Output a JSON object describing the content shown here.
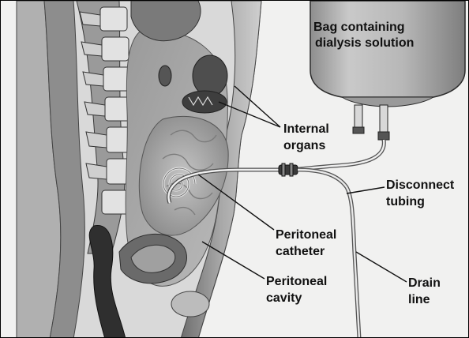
{
  "labels": {
    "bag": [
      "Bag containing",
      "dialysis solution"
    ],
    "organs": [
      "Internal",
      "organs"
    ],
    "disconnect": [
      "Disconnect",
      "tubing"
    ],
    "catheter": [
      "Peritoneal",
      "catheter"
    ],
    "cavity": [
      "Peritoneal",
      "cavity"
    ],
    "drain": [
      "Drain",
      "line"
    ]
  }
}
